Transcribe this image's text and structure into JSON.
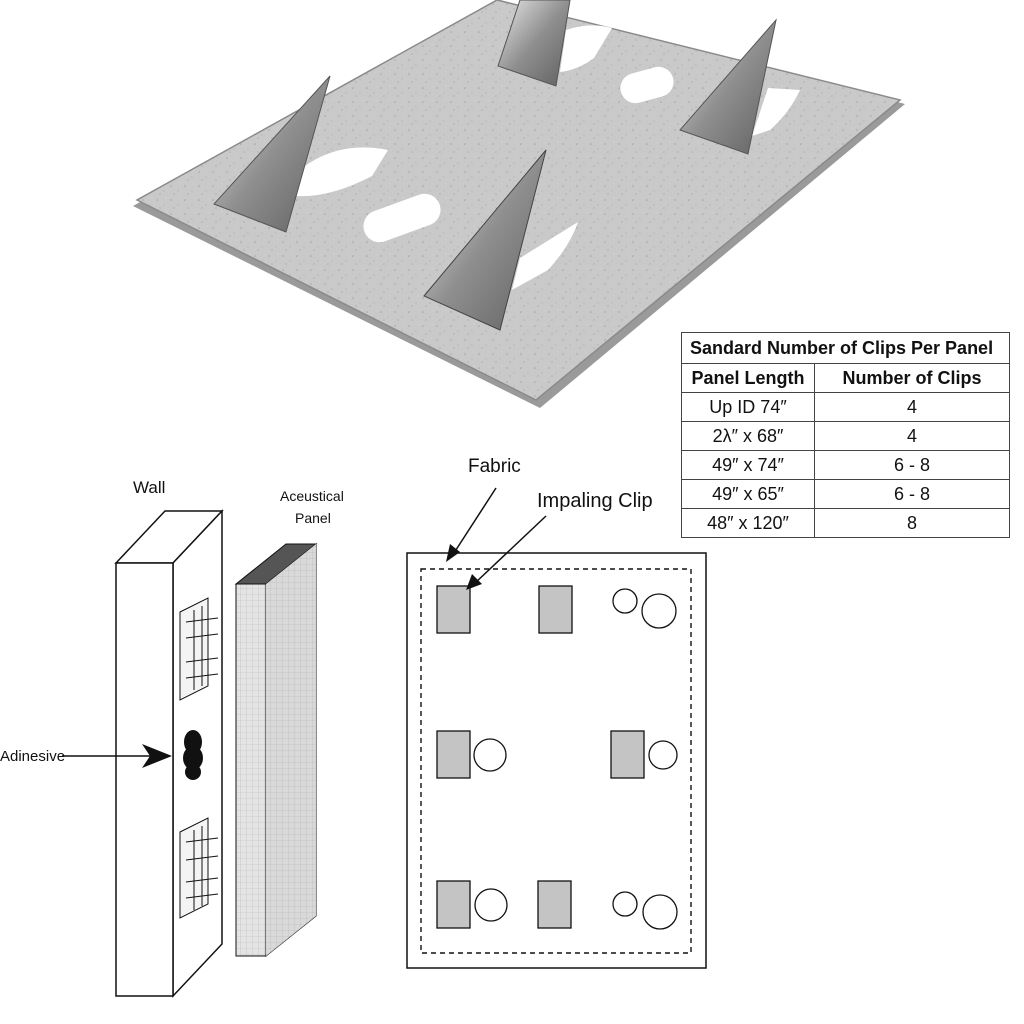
{
  "table": {
    "title": "Sandard Number of Clips Per Panel",
    "headers": [
      "Panel Length",
      "Number of Clips"
    ],
    "rows": [
      [
        "Up ID 74″",
        "4"
      ],
      [
        "2λ″ x 68″",
        "4"
      ],
      [
        "49″ x 74″",
        "6 - 8"
      ],
      [
        "49″ x 65″",
        "6 - 8"
      ],
      [
        "48″ x 120″",
        "8"
      ]
    ]
  },
  "labels": {
    "wall": "Wall",
    "panel_line1": "Aceustical",
    "panel_line2": "Panel",
    "adhesive": "Adinesive",
    "fabric": "Fabric",
    "clip": "Impaling Clip"
  },
  "colors": {
    "plate": "#c9c9c9",
    "plate_edge": "#8a8a8a",
    "spike": "#9a9a9a",
    "clip_fill": "#c4c4c4",
    "line": "#111111"
  }
}
